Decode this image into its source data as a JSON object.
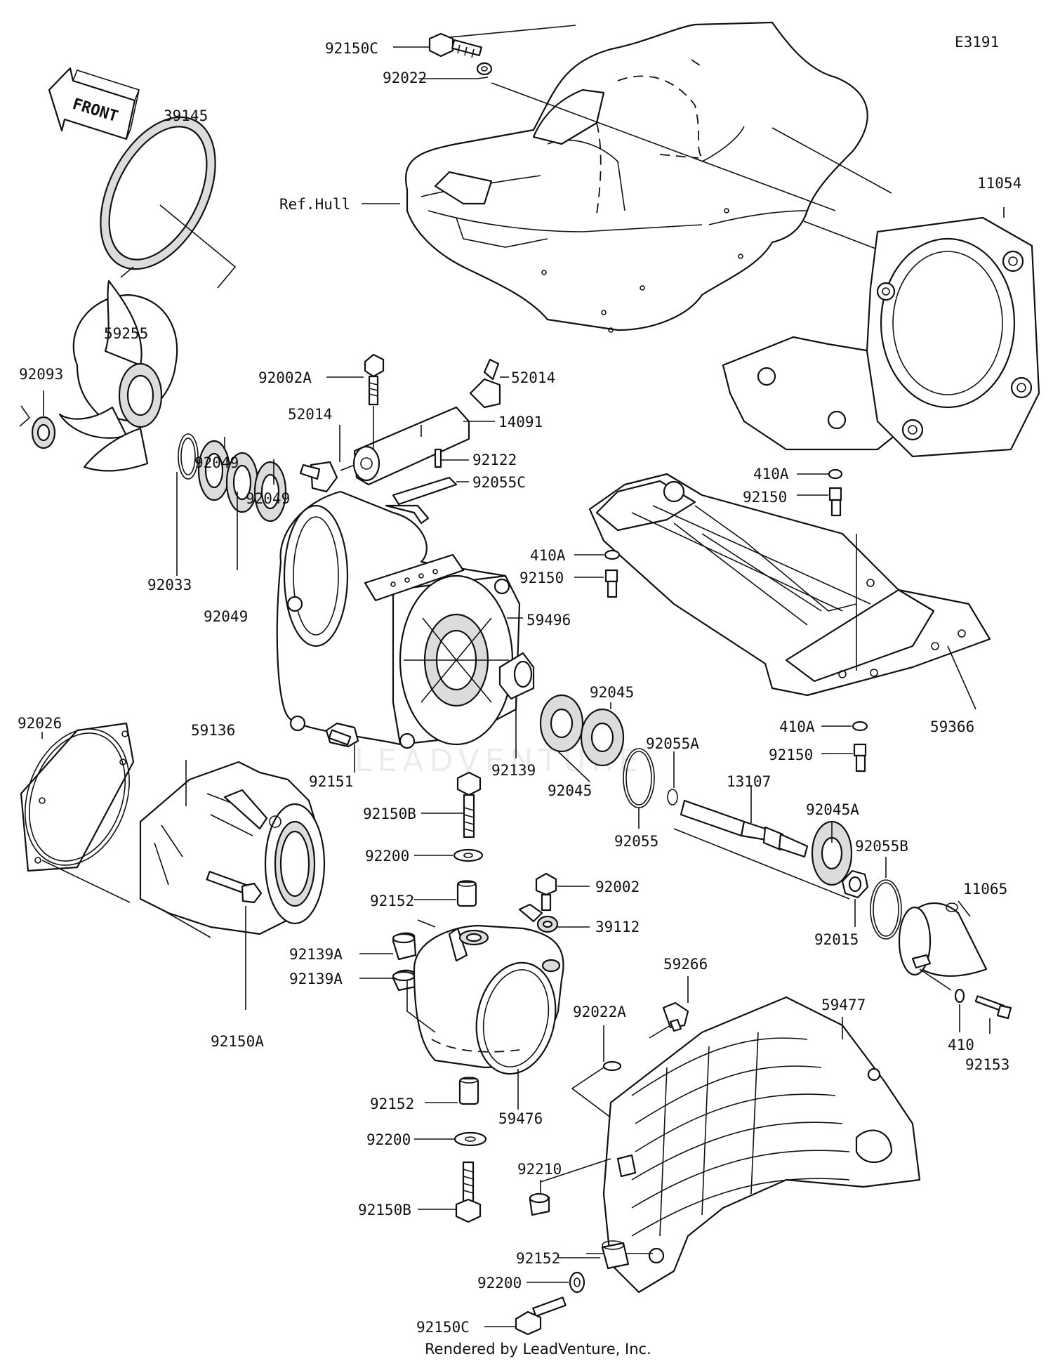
{
  "diagram_code": "E3191",
  "front_label": "FRONT",
  "reference_label": "Ref.Hull",
  "footer": "Rendered by LeadVenture, Inc.",
  "watermark": "LEADVENTURE",
  "parts": [
    {
      "id": "p92150C_top",
      "label": "92150C"
    },
    {
      "id": "p92022",
      "label": "92022"
    },
    {
      "id": "p39145",
      "label": "39145"
    },
    {
      "id": "p11054",
      "label": "11054"
    },
    {
      "id": "p92093",
      "label": "92093"
    },
    {
      "id": "p59255",
      "label": "59255"
    },
    {
      "id": "p92002A",
      "label": "92002A"
    },
    {
      "id": "p52014_r",
      "label": "52014"
    },
    {
      "id": "p52014_l",
      "label": "52014"
    },
    {
      "id": "p14091",
      "label": "14091"
    },
    {
      "id": "p92122",
      "label": "92122"
    },
    {
      "id": "p92055C",
      "label": "92055C"
    },
    {
      "id": "p92049_a",
      "label": "92049"
    },
    {
      "id": "p92049_b",
      "label": "92049"
    },
    {
      "id": "p92033",
      "label": "92033"
    },
    {
      "id": "p92049_c",
      "label": "92049"
    },
    {
      "id": "p410A_1",
      "label": "410A"
    },
    {
      "id": "p92150_1",
      "label": "92150"
    },
    {
      "id": "p410A_2",
      "label": "410A"
    },
    {
      "id": "p92150_2",
      "label": "92150"
    },
    {
      "id": "p59496",
      "label": "59496"
    },
    {
      "id": "p92026",
      "label": "92026"
    },
    {
      "id": "p59136",
      "label": "59136"
    },
    {
      "id": "p92045_a",
      "label": "92045"
    },
    {
      "id": "p59366",
      "label": "59366"
    },
    {
      "id": "p92055A",
      "label": "92055A"
    },
    {
      "id": "p410A_3",
      "label": "410A"
    },
    {
      "id": "p92150_3",
      "label": "92150"
    },
    {
      "id": "p92151",
      "label": "92151"
    },
    {
      "id": "p92139",
      "label": "92139"
    },
    {
      "id": "p92045_b",
      "label": "92045"
    },
    {
      "id": "p13107",
      "label": "13107"
    },
    {
      "id": "p92150B_top",
      "label": "92150B"
    },
    {
      "id": "p92045A",
      "label": "92045A"
    },
    {
      "id": "p92055",
      "label": "92055"
    },
    {
      "id": "p92055B",
      "label": "92055B"
    },
    {
      "id": "p92200_top",
      "label": "92200"
    },
    {
      "id": "p92002",
      "label": "92002"
    },
    {
      "id": "p11065",
      "label": "11065"
    },
    {
      "id": "p92152_top",
      "label": "92152"
    },
    {
      "id": "p39112",
      "label": "39112"
    },
    {
      "id": "p92015",
      "label": "92015"
    },
    {
      "id": "p92139A_1",
      "label": "92139A"
    },
    {
      "id": "p59266",
      "label": "59266"
    },
    {
      "id": "p92139A_2",
      "label": "92139A"
    },
    {
      "id": "p92022A",
      "label": "92022A"
    },
    {
      "id": "p59477",
      "label": "59477"
    },
    {
      "id": "p92150A",
      "label": "92150A"
    },
    {
      "id": "p410",
      "label": "410"
    },
    {
      "id": "p92153",
      "label": "92153"
    },
    {
      "id": "p92152_mid",
      "label": "92152"
    },
    {
      "id": "p59476",
      "label": "59476"
    },
    {
      "id": "p92200_mid",
      "label": "92200"
    },
    {
      "id": "p92210",
      "label": "92210"
    },
    {
      "id": "p92150B_bot",
      "label": "92150B"
    },
    {
      "id": "p92152_bot",
      "label": "92152"
    },
    {
      "id": "p92200_bot",
      "label": "92200"
    },
    {
      "id": "p92150C_bot",
      "label": "92150C"
    }
  ]
}
